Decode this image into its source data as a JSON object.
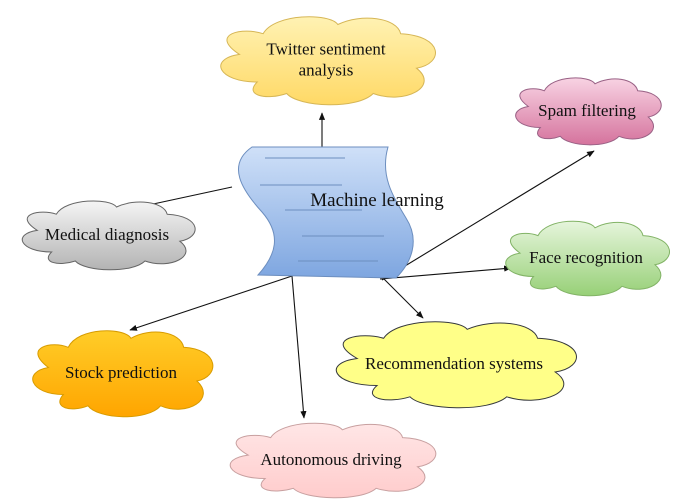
{
  "central": {
    "label": "Machine learning",
    "fill_top": "#cfe0f8",
    "fill_bottom": "#7ea6e0",
    "stroke": "#6c8ebf"
  },
  "nodes": [
    {
      "id": "twitter",
      "lines": [
        "Twitter sentiment",
        "analysis"
      ],
      "fill_top": "#fff2b3",
      "fill_bottom": "#ffd966",
      "stroke": "#d6b656"
    },
    {
      "id": "spam",
      "lines": [
        "Spam filtering"
      ],
      "fill_top": "#f8d3e3",
      "fill_bottom": "#d5739d",
      "stroke": "#996185"
    },
    {
      "id": "medical",
      "lines": [
        "Medical diagnosis"
      ],
      "fill_top": "#f5f5f5",
      "fill_bottom": "#b3b3b3",
      "stroke": "#666666"
    },
    {
      "id": "face",
      "lines": [
        "Face recognition"
      ],
      "fill_top": "#e6f5dc",
      "fill_bottom": "#97d077",
      "stroke": "#82b366"
    },
    {
      "id": "stock",
      "lines": [
        "Stock prediction"
      ],
      "fill_top": "#ffcd28",
      "fill_bottom": "#ffa500",
      "stroke": "#d79b00"
    },
    {
      "id": "recommendation",
      "lines": [
        "Recommendation systems"
      ],
      "fill_top": "#ffff88",
      "fill_bottom": "#ffff88",
      "stroke": "#36393d"
    },
    {
      "id": "autonomous",
      "lines": [
        "Autonomous driving"
      ],
      "fill_top": "#ffe6e6",
      "fill_bottom": "#ffcccc",
      "stroke": "#c8a0a0"
    }
  ]
}
